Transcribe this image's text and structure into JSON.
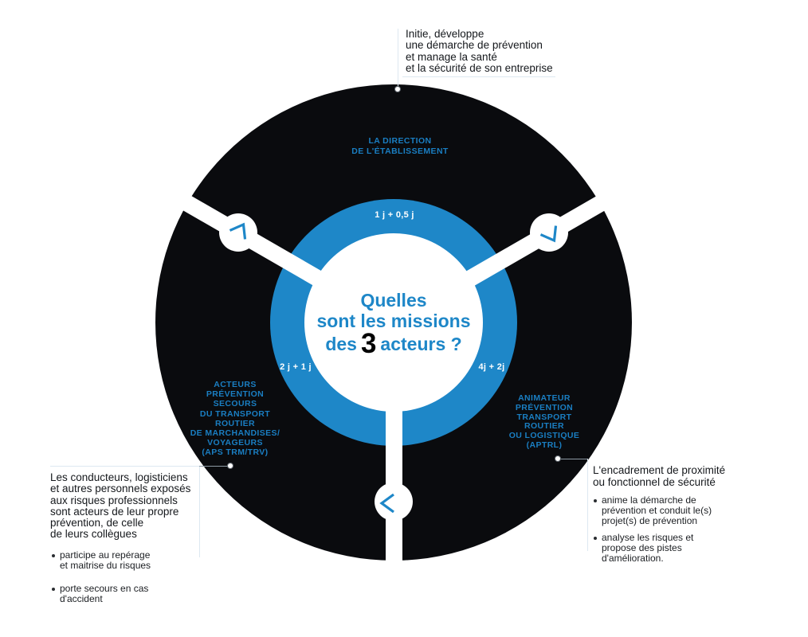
{
  "colors": {
    "brand_blue": "#1e87c8",
    "segment_label_blue": "#1a7ec2",
    "wheel_black": "#0a0b0e",
    "light_line": "#dde8f1",
    "connector_gray": "#8e9aa5"
  },
  "center": {
    "line1": "Quelles",
    "line2": "sont les missions",
    "line3_pre": "des",
    "line3_num": "3",
    "line3_post": "acteurs ?"
  },
  "ring_labels": {
    "top": "1 j + 0,5 j",
    "left": "2 j + 1 j",
    "right": "4j + 2j"
  },
  "segments": {
    "top": {
      "label": "LA DIRECTION\nDE L'ÉTABLISSEMENT"
    },
    "left": {
      "label": "ACTEURS\nPRÉVENTION\nSECOURS\nDU TRANSPORT\nROUTIER\nDE MARCHANDISES/\nVOYAGEURS\n(APS TRM/TRV)"
    },
    "right": {
      "label": "ANIMATEUR\nPRÉVENTION\nTRANSPORT\nROUTIER\nOU LOGISTIQUE\n(APTRL)"
    }
  },
  "notes": {
    "top": {
      "text": "Initie, développe\nune démarche de prévention\net manage la santé\net la sécurité de son entreprise"
    },
    "left": {
      "heading": "Les conducteurs, logisticiens\net autres personnels exposés\naux risques professionnels\nsont acteurs de leur propre\nprévention, de celle\nde leurs collègues",
      "bullets": [
        "participe au repérage\net maitrise du risques",
        "porte secours en cas\nd'accident"
      ]
    },
    "right": {
      "heading": "L'encadrement de proximité\nou fonctionnel de sécurité",
      "bullets": [
        "anime la démarche de\nprévention et conduit le(s)\nprojet(s) de prévention",
        "analyse les risques et\npropose des pistes\nd'amélioration."
      ]
    }
  }
}
